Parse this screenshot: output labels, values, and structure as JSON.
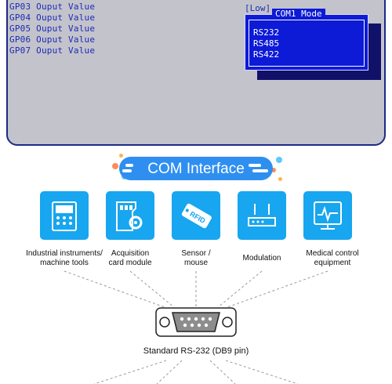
{
  "bios": {
    "rows": [
      {
        "gp": "GP03",
        "text": "Ouput Value"
      },
      {
        "gp": "GP04",
        "text": "Ouput Value"
      },
      {
        "gp": "GP05",
        "text": "Ouput Value"
      },
      {
        "gp": "GP06",
        "text": "Ouput Value"
      },
      {
        "gp": "GP07",
        "text": "Ouput Value"
      }
    ],
    "current_value": "[Low]",
    "popup": {
      "title": "COM1 Mode",
      "options": [
        "RS232",
        "RS485",
        "RS422"
      ]
    }
  },
  "banner": {
    "title": "COM Interface"
  },
  "features": [
    {
      "icon": "industrial-instrument-icon",
      "label_line1": "Industrial instruments/",
      "label_line2": "machine tools"
    },
    {
      "icon": "acquisition-card-icon",
      "label_line1": "Acquisition",
      "label_line2": "card module"
    },
    {
      "icon": "rfid-tag-icon",
      "label_line1": "Sensor /",
      "label_line2": "mouse"
    },
    {
      "icon": "modulation-router-icon",
      "label_line1": "Modulation",
      "label_line2": ""
    },
    {
      "icon": "medical-monitor-icon",
      "label_line1": "Medical control",
      "label_line2": "equipment"
    }
  ],
  "connector": {
    "icon": "db9-connector-icon",
    "caption": "Standard RS-232 (DB9 pin)"
  },
  "colors": {
    "bios_bg": "#c3c3cb",
    "bios_text": "#1d2bb8",
    "popup_bg": "#0d1ad6",
    "accent": "#17a6ef",
    "banner": "#2f8ff0"
  }
}
